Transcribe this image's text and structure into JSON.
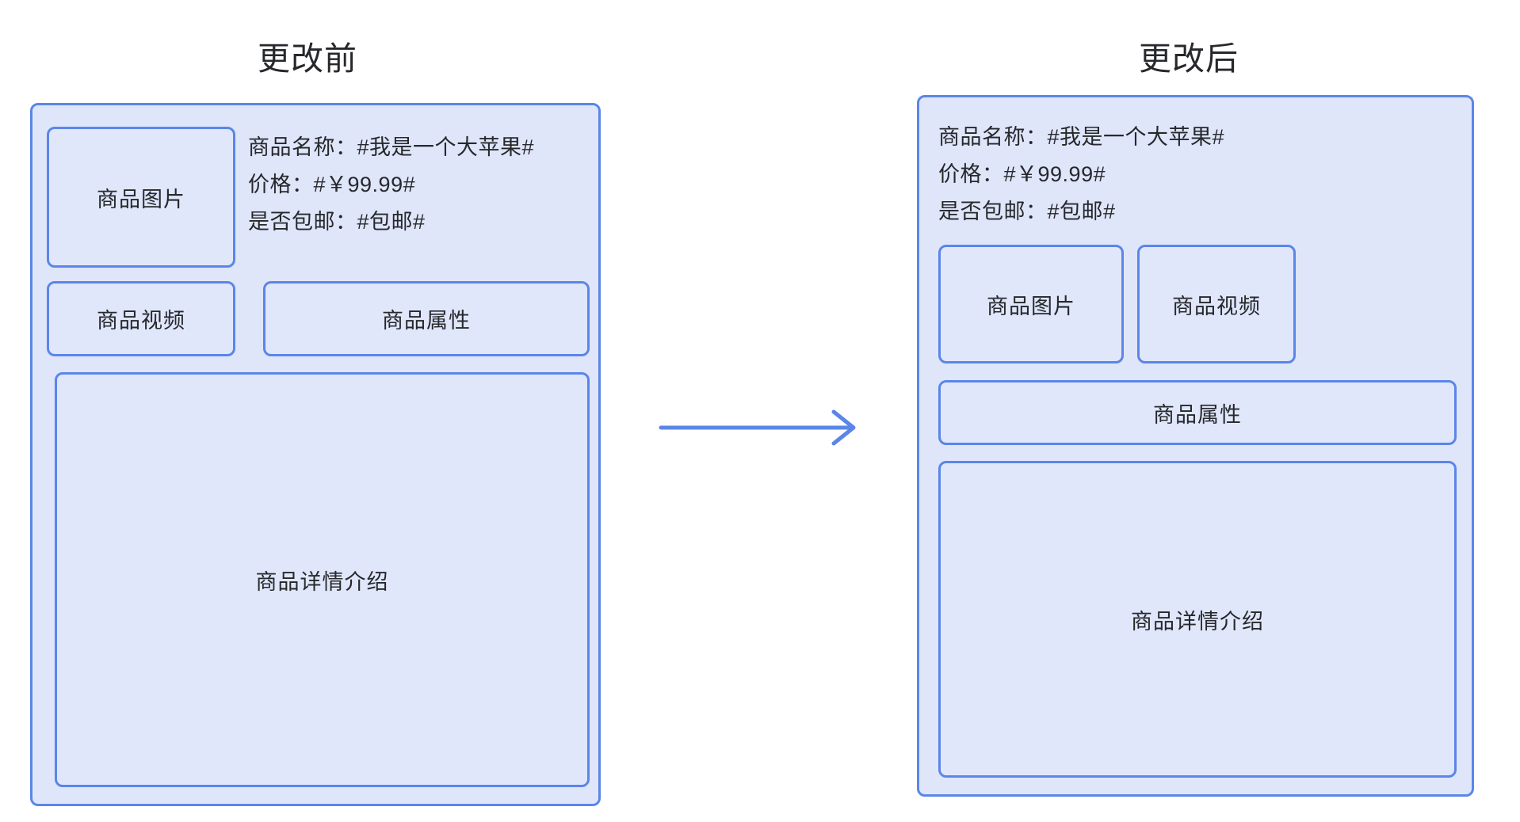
{
  "diagram": {
    "type": "before-after-layout-comparison",
    "accent_color": "#5b86e8",
    "panel_fill": "#dfe6fa",
    "text_color": "#26282c",
    "arrow": {
      "name": "right-arrow",
      "direction": "right",
      "color": "#5b86e8"
    }
  },
  "before": {
    "title": "更改前",
    "info_lines": [
      "商品名称：#我是一个大苹果#",
      "价格：#￥99.99#",
      "是否包邮：#包邮#"
    ],
    "boxes": {
      "image": "商品图片",
      "video": "商品视频",
      "attributes": "商品属性",
      "detail": "商品详情介绍"
    }
  },
  "after": {
    "title": "更改后",
    "info_lines": [
      "商品名称：#我是一个大苹果#",
      "价格：#￥99.99#",
      "是否包邮：#包邮#"
    ],
    "boxes": {
      "image": "商品图片",
      "video": "商品视频",
      "attributes": "商品属性",
      "detail": "商品详情介绍"
    }
  }
}
